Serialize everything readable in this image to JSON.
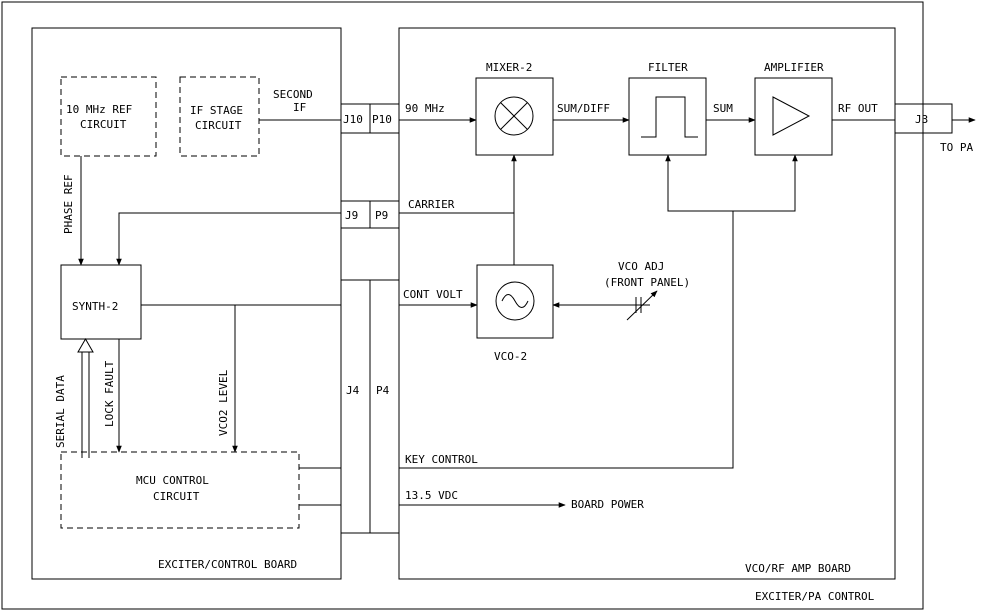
{
  "outer_label": "EXCITER/PA CONTROL",
  "left_board": {
    "label": "EXCITER/CONTROL BOARD",
    "ref_circuit": [
      "10 MHz REF",
      "CIRCUIT"
    ],
    "if_circuit": [
      "IF STAGE",
      "CIRCUIT"
    ],
    "second_if": [
      "SECOND",
      "IF"
    ],
    "phase_ref": "PHASE REF",
    "synth": "SYNTH-2",
    "serial_data": "SERIAL DATA",
    "lock_fault": "LOCK FAULT",
    "vco2_level": "VCO2 LEVEL",
    "mcu": [
      "MCU CONTROL",
      "CIRCUIT"
    ]
  },
  "connectors": {
    "j10": "J10",
    "p10": "P10",
    "j9": "J9",
    "p9": "P9",
    "j4": "J4",
    "p4": "P4",
    "j3": "J3"
  },
  "right_board": {
    "label": "VCO/RF AMP BOARD",
    "mhz": "90 MHz",
    "mixer": "MIXER-2",
    "sum_diff": "SUM/DIFF",
    "filter": "FILTER",
    "sum": "SUM",
    "amplifier": "AMPLIFIER",
    "rf_out": "RF OUT",
    "to_pa": "TO PA",
    "carrier": "CARRIER",
    "vco_adj": [
      "VCO ADJ",
      "(FRONT PANEL)"
    ],
    "cont_volt": "CONT VOLT",
    "vco": "VCO-2",
    "key_control": "KEY CONTROL",
    "vdc": "13.5 VDC",
    "board_power": "BOARD POWER"
  }
}
